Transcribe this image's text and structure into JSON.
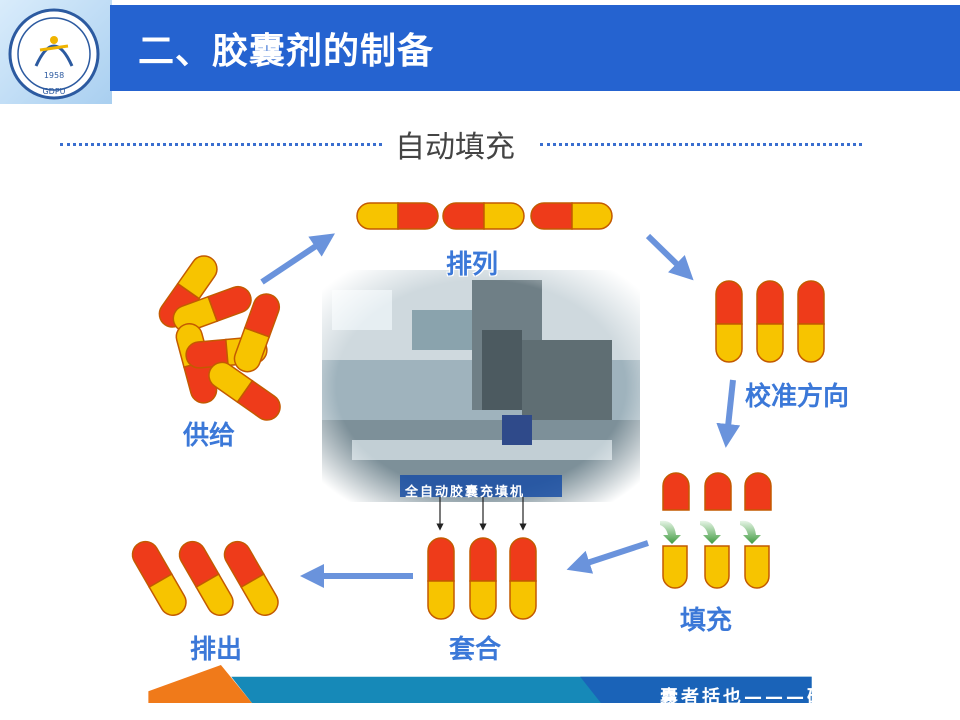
{
  "slide": {
    "title": "二、胶囊剂的制备",
    "subtitle": "自动填充",
    "logo_text": "1958",
    "logo_abbr": "GDPU"
  },
  "steps": {
    "arrange": "排列",
    "orient": "校准方向",
    "fill": "填充",
    "assemble": "套合",
    "discharge": "排出",
    "supply": "供给"
  },
  "photo": {
    "caption": "全自动胶囊充填机"
  },
  "footer": {
    "tagline": "囊者括也———硬胶囊剂"
  },
  "colors": {
    "header_blue": "#2563d0",
    "capsule_red": "#ee3b1a",
    "capsule_yellow": "#f7c400",
    "arrow_blue": "#6a93dc",
    "label_blue": "#3b78d8",
    "footer_teal": "#1689b8",
    "footer_orange": "#f07a1a"
  }
}
